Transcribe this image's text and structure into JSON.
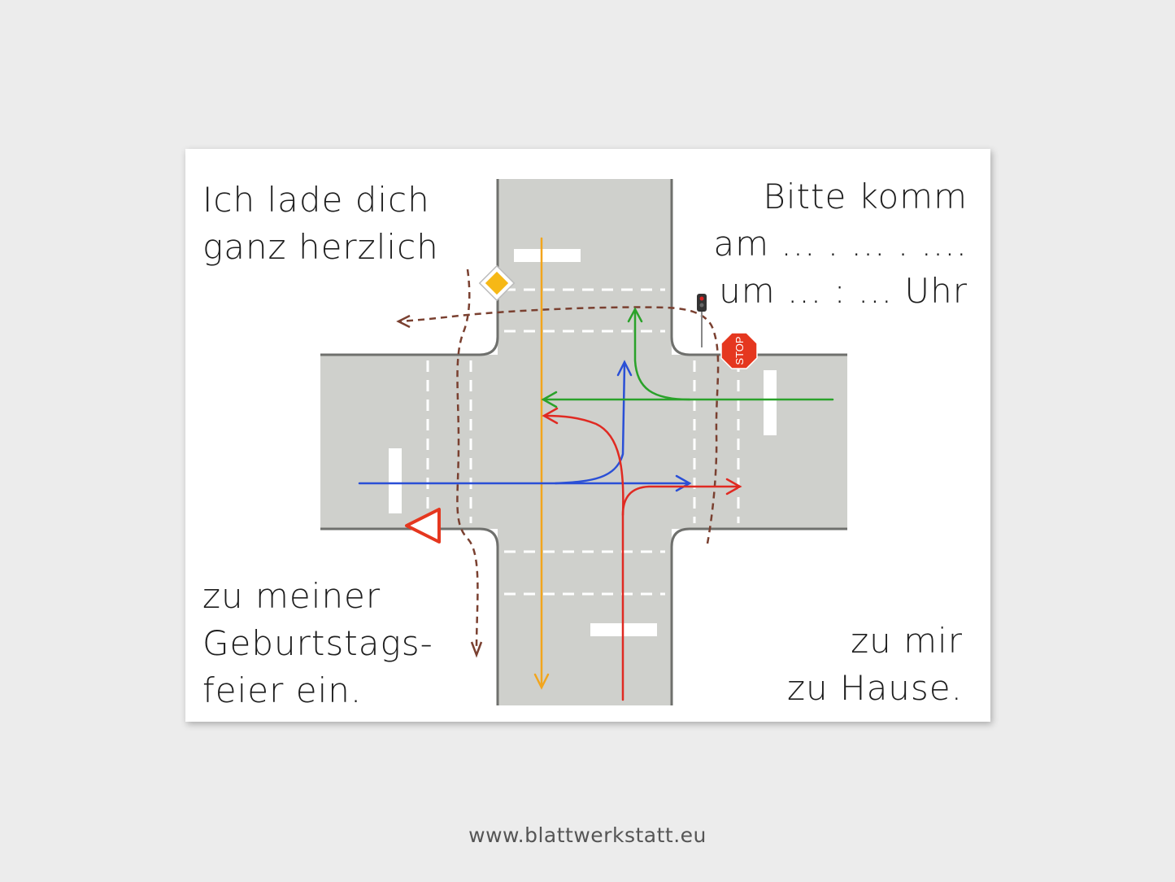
{
  "card": {
    "top_left": [
      "Ich lade dich",
      "ganz herzlich"
    ],
    "top_right": [
      "Bitte komm",
      "am ... . ... . ....",
      "um ... : ... Uhr"
    ],
    "bottom_left": [
      "zu meiner",
      "Geburtstags-",
      "feier ein."
    ],
    "bottom_right": [
      "zu mir",
      "zu Hause."
    ],
    "stop_sign_text": "STOP"
  },
  "colors": {
    "road": "#cfd0cc",
    "curb": "#6f706d",
    "pedestrian": "#7a4030",
    "straight_south": "#f2a51d",
    "blue_route": "#2a4fd6",
    "green_route": "#2aa22a",
    "red_route": "#e02a22"
  },
  "icons": [
    "priority-road-sign-icon",
    "stop-sign-icon",
    "yield-sign-icon",
    "traffic-light-icon"
  ],
  "footer": {
    "url": "www.blattwerkstatt.eu"
  }
}
